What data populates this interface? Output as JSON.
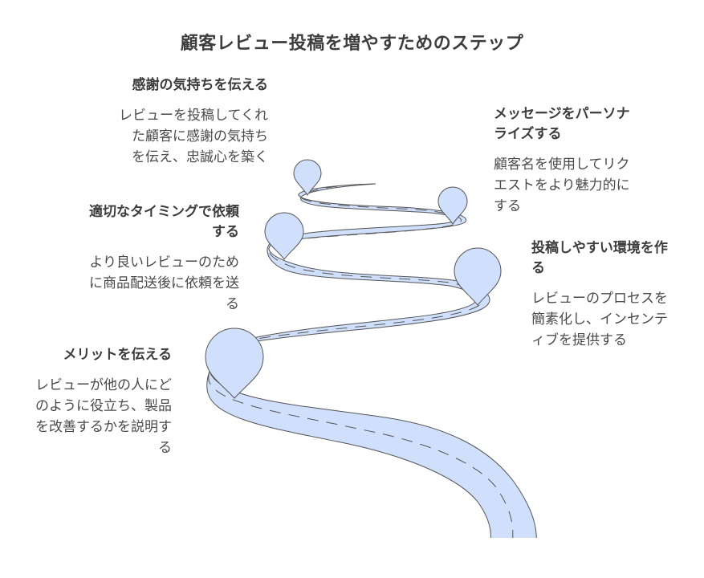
{
  "title": "顧客レビュー投稿を増やすためのステップ",
  "colors": {
    "road_fill": "#cfdffc",
    "road_stroke": "#555555",
    "pin_fill": "#cfdffc",
    "text": "#4a4a4a",
    "title": "#3d3d3d"
  },
  "steps": [
    {
      "heading": "メリットを伝える",
      "description": "レビューが他の人にどのように役立ち、製品を改善するかを説明する"
    },
    {
      "heading": "投稿しやすい環境を作る",
      "description": "レビューのプロセスを簡素化し、インセンティブを提供する"
    },
    {
      "heading": "適切なタイミングで依頼する",
      "description": "より良いレビューのために商品配送後に依頼を送る"
    },
    {
      "heading": "メッセージをパーソナライズする",
      "description": "顧客名を使用してリクエストをより魅力的にする"
    },
    {
      "heading": "感謝の気持ちを伝える",
      "description": "レビューを投稿してくれた顧客に感謝の気持ちを伝え、忠誠心を築く"
    }
  ]
}
